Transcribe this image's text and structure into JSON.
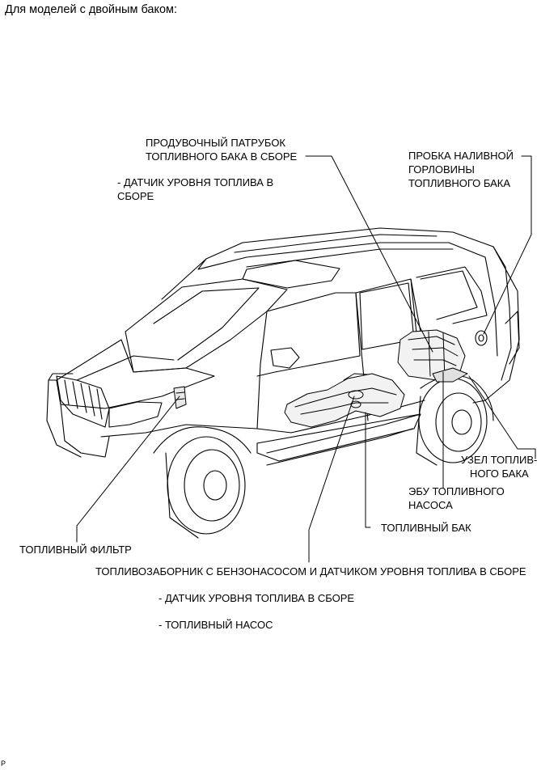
{
  "heading": "Для моделей с двойным баком:",
  "labels": {
    "purge_pipe_1": "ПРОДУВОЧНЫЙ ПАТРУБОК",
    "purge_pipe_2": "ТОПЛИВНОГО БАКА В СБОРЕ",
    "purge_sensor_1": "- ДАТЧИК УРОВНЯ ТОПЛИВА В",
    "purge_sensor_2": "СБОРЕ",
    "filler_cap_1": "ПРОБКА НАЛИВНОЙ",
    "filler_cap_2": "ГОРЛОВИНЫ",
    "filler_cap_3": "ТОПЛИВНОГО БАКА",
    "sub_tank_1": "УЗЕЛ ТОПЛИВ-",
    "sub_tank_2": "НОГО БАКА",
    "pump_ecu_1": "ЭБУ ТОПЛИВНОГО",
    "pump_ecu_2": "НАСОСА",
    "fuel_tank": "ТОПЛИВНЫЙ БАК",
    "fuel_filter": "ТОПЛИВНЫЙ ФИЛЬТР",
    "suction_assembly": "ТОПЛИВОЗАБОРНИК С БЕНЗОНАСОСОМ И ДАТЧИКОМ УРОВНЯ ТОПЛИВА В СБОРЕ",
    "suction_sensor": "- ДАТЧИК УРОВНЯ ТОПЛИВА В СБОРЕ",
    "suction_pump": "- ТОПЛИВНЫЙ НАСОС"
  },
  "figure_code": "P"
}
